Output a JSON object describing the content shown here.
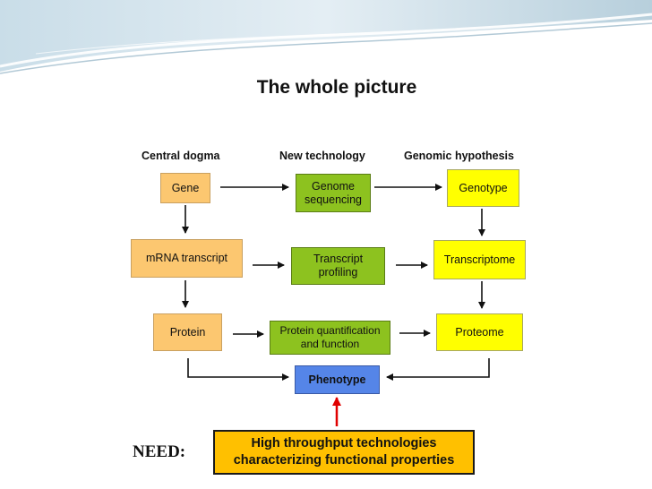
{
  "title": "The whole picture",
  "columns": {
    "central_dogma": "Central dogma",
    "new_technology": "New technology",
    "genomic_hypothesis": "Genomic hypothesis"
  },
  "nodes": {
    "gene": "Gene",
    "genome_sequencing": "Genome sequencing",
    "genotype": "Genotype",
    "mrna_transcript": "mRNA transcript",
    "transcript_profiling": "Transcript profiling",
    "transcriptome": "Transcriptome",
    "protein": "Protein",
    "protein_quantification": "Protein quantification and function",
    "proteome": "Proteome",
    "phenotype": "Phenotype"
  },
  "need": {
    "label": "NEED:",
    "line1": "High throughput technologies",
    "line2": "characterizing functional properties"
  },
  "colors": {
    "central_dogma": "#fcc770",
    "new_technology": "#8dc21f",
    "genomic_hypothesis": "#ffff00",
    "phenotype": "#5585e8",
    "need": "#ffc000",
    "highlight_arrow": "#e00000"
  }
}
